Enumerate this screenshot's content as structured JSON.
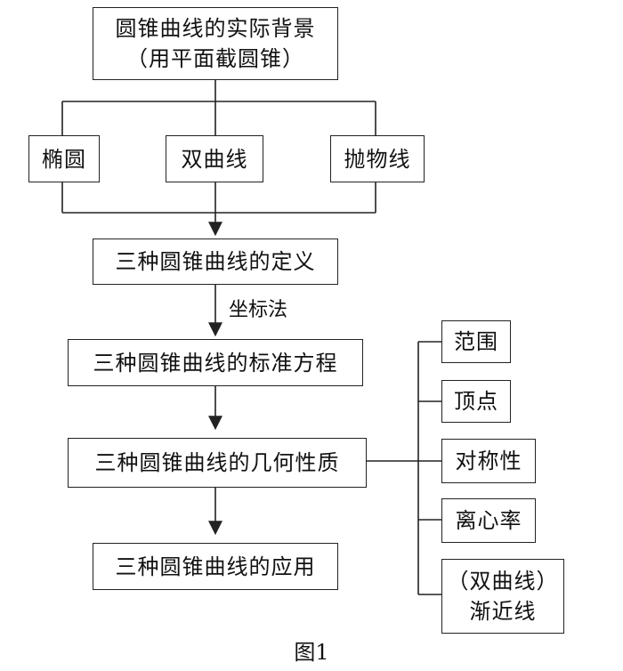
{
  "nodes": {
    "top": {
      "line1": "圆锥曲线的实际背景",
      "line2": "（用平面截圆锥）"
    },
    "ellipse": "椭圆",
    "hyperbola": "双曲线",
    "parabola": "抛物线",
    "definition": "三种圆锥曲线的定义",
    "standard_equation": "三种圆锥曲线的标准方程",
    "geometric_properties": "三种圆锥曲线的几何性质",
    "application": "三种圆锥曲线的应用"
  },
  "edge_labels": {
    "coordinate_method": "坐标法"
  },
  "properties": {
    "range": "范围",
    "vertex": "顶点",
    "symmetry": "对称性",
    "eccentricity": "离心率",
    "asymptote_line1": "（双曲线）",
    "asymptote_line2": "渐近线"
  },
  "caption": "图1"
}
